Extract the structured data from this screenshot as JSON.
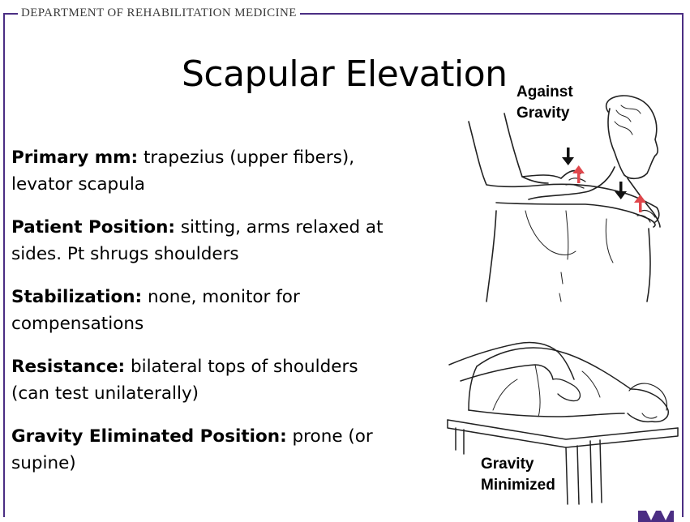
{
  "header": {
    "department": "DEPARTMENT OF REHABILITATION MEDICINE"
  },
  "slide": {
    "title": "Scapular Elevation"
  },
  "items": [
    {
      "term": "Primary mm:",
      "text": " trapezius (upper fibers), levator scapula"
    },
    {
      "term": "Patient Position:",
      "text": " sitting, arms relaxed at sides. Pt shrugs shoulders"
    },
    {
      "term": "Stabilization:",
      "text": " none, monitor for compensations"
    },
    {
      "term": "Resistance:",
      "text": " bilateral tops of shoulders (can test unilaterally)"
    },
    {
      "term": "Gravity Eliminated Position:",
      "text": " prone (or supine)"
    }
  ],
  "labels": {
    "against_gravity": [
      "Against",
      "Gravity"
    ],
    "gravity_minimized": [
      "Gravity",
      "Minimized"
    ]
  },
  "colors": {
    "frame": "#4b2e83",
    "arrow_up": "#e0474c",
    "arrow_down": "#111111"
  },
  "icons": [
    "logo-w-icon",
    "arrow-down-icon",
    "arrow-up-icon"
  ]
}
